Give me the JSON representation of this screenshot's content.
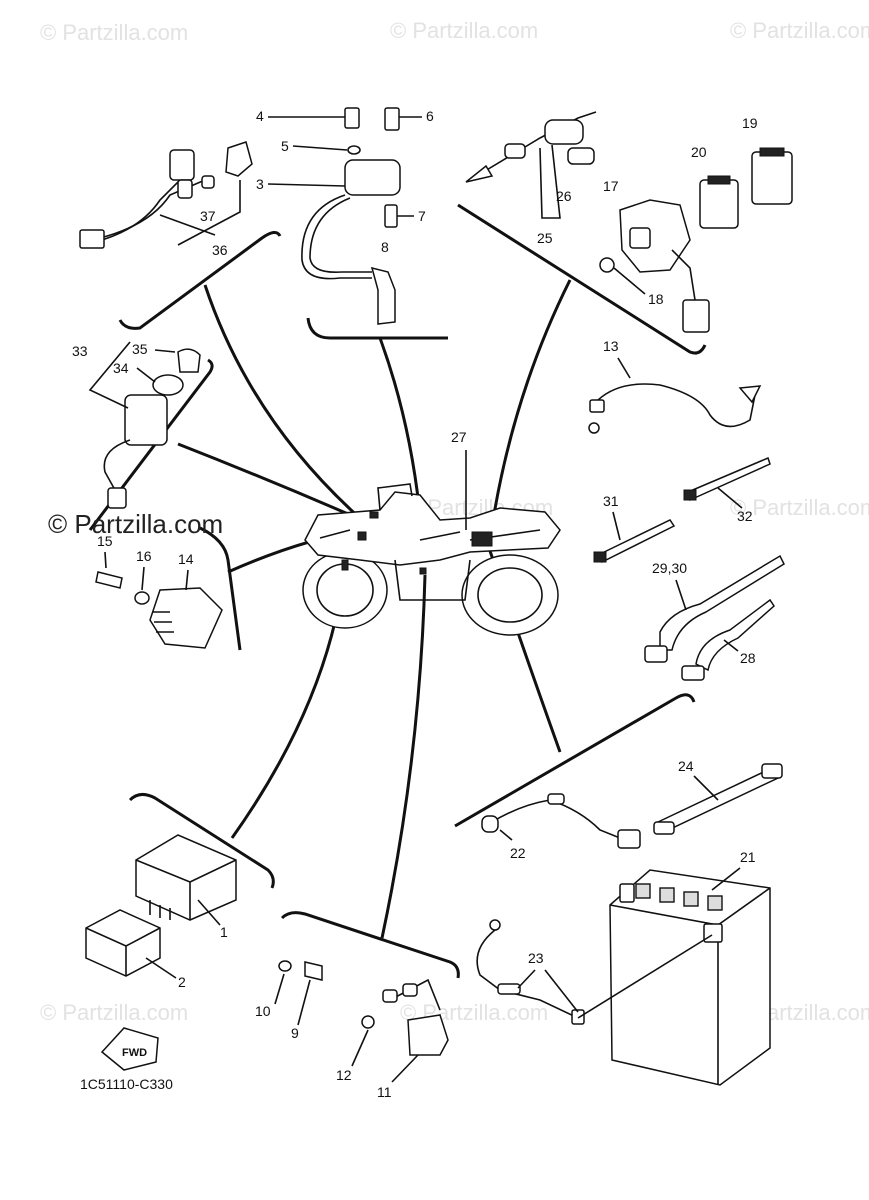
{
  "watermark": "© Partzilla.com",
  "diagram_code": "1C51110-C330",
  "fwd_label": "FWD",
  "callouts": {
    "c1": "1",
    "c2": "2",
    "c3": "3",
    "c4": "4",
    "c5": "5",
    "c6": "6",
    "c7": "7",
    "c8": "8",
    "c9": "9",
    "c10": "10",
    "c11": "11",
    "c12": "12",
    "c13": "13",
    "c14": "14",
    "c15": "15",
    "c16": "16",
    "c17": "17",
    "c18": "18",
    "c19": "19",
    "c20": "20",
    "c21": "21",
    "c22": "22",
    "c23": "23",
    "c24": "24",
    "c25": "25",
    "c26": "26",
    "c27": "27",
    "c28": "28",
    "c2930": "29,30",
    "c31": "31",
    "c32": "32",
    "c33": "33",
    "c34": "34",
    "c35": "35",
    "c36": "36",
    "c37": "37"
  }
}
